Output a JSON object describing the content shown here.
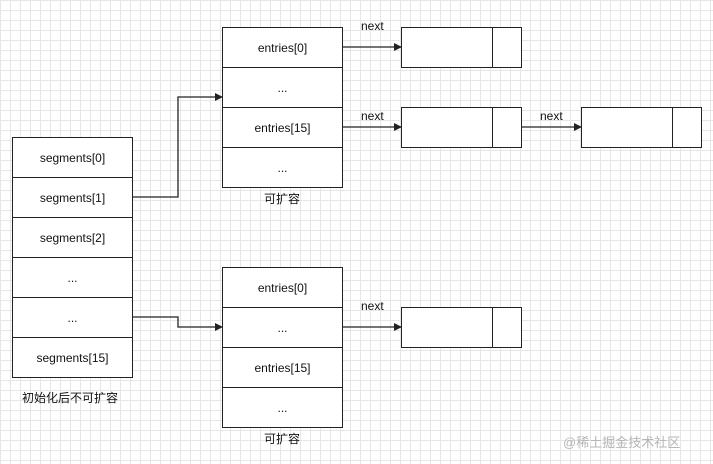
{
  "segments": {
    "cells": [
      "segments[0]",
      "segments[1]",
      "segments[2]",
      "...",
      "...",
      "segments[15]"
    ],
    "caption": "初始化后不可扩容"
  },
  "table_top": {
    "cells": [
      "entries[0]",
      "...",
      "entries[15]",
      "..."
    ],
    "caption": "可扩容"
  },
  "table_bottom": {
    "cells": [
      "entries[0]",
      "...",
      "entries[15]",
      "..."
    ],
    "caption": "可扩容"
  },
  "links": {
    "next_label": "next"
  },
  "watermark": "@稀土掘金技术社区"
}
